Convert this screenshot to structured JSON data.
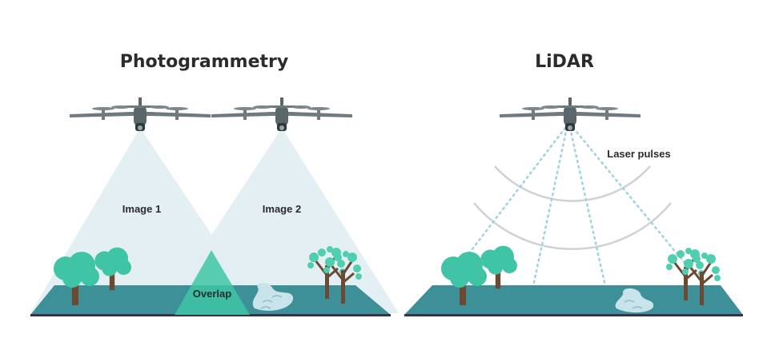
{
  "diagram": {
    "photogrammetry": {
      "title": "Photogrammetry",
      "image1_label": "Image 1",
      "image2_label": "Image 2",
      "overlap_label": "Overlap"
    },
    "lidar": {
      "title": "LiDAR",
      "pulses_label": "Laser pulses"
    }
  }
}
